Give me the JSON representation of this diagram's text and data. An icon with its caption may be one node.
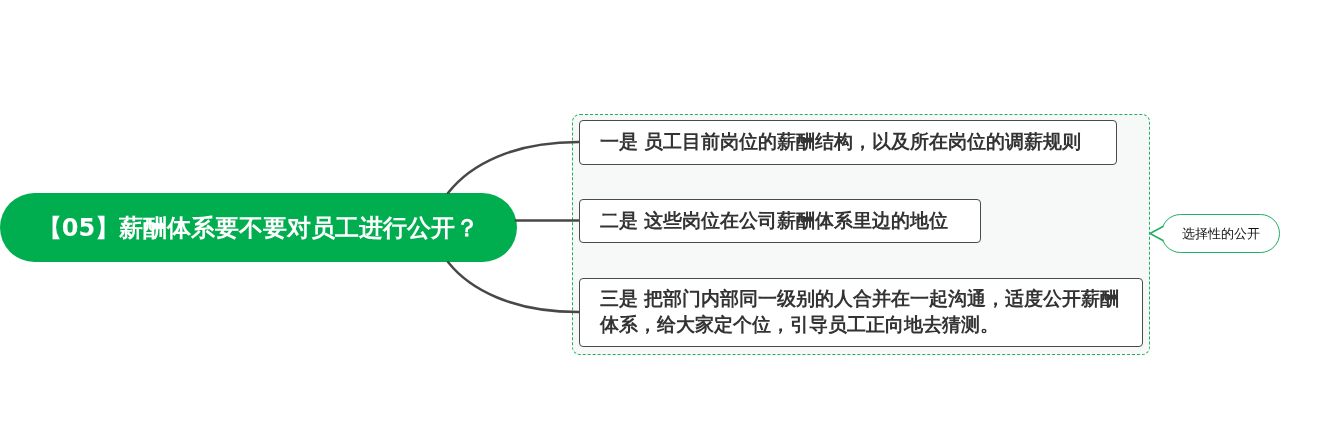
{
  "diagram": {
    "nodes": [
      {
        "text": [
          "【05】薪酬体系要不要对员工进行公开？"
        ]
      },
      {
        "text": [],
        "shape": "box"
      },
      {
        "text": [
          "一是 员工目前岗位的薪酬结构，以及所在岗位的调薪规则"
        ],
        "in": 1
      },
      {
        "text": [
          "二是 这些岗位在公司薪酬体系里边的地位"
        ],
        "in": 1
      },
      {
        "text": [
          "三是 把部门内部同一级别的人合并在一起沟通，适度公开薪酬体系，给大家定个位，引导员工正向地去猜测。"
        ],
        "in": 1
      },
      {
        "text": [
          "选择性的公开"
        ]
      }
    ],
    "edges": [
      {
        "from": 0,
        "to": 2,
        "arrow": "none"
      },
      {
        "from": 0,
        "to": 3,
        "arrow": "none"
      },
      {
        "from": 0,
        "to": 4,
        "arrow": "none"
      },
      {
        "from": 5,
        "to": 1,
        "arrow": "to",
        "color": "#1fb060"
      }
    ]
  }
}
